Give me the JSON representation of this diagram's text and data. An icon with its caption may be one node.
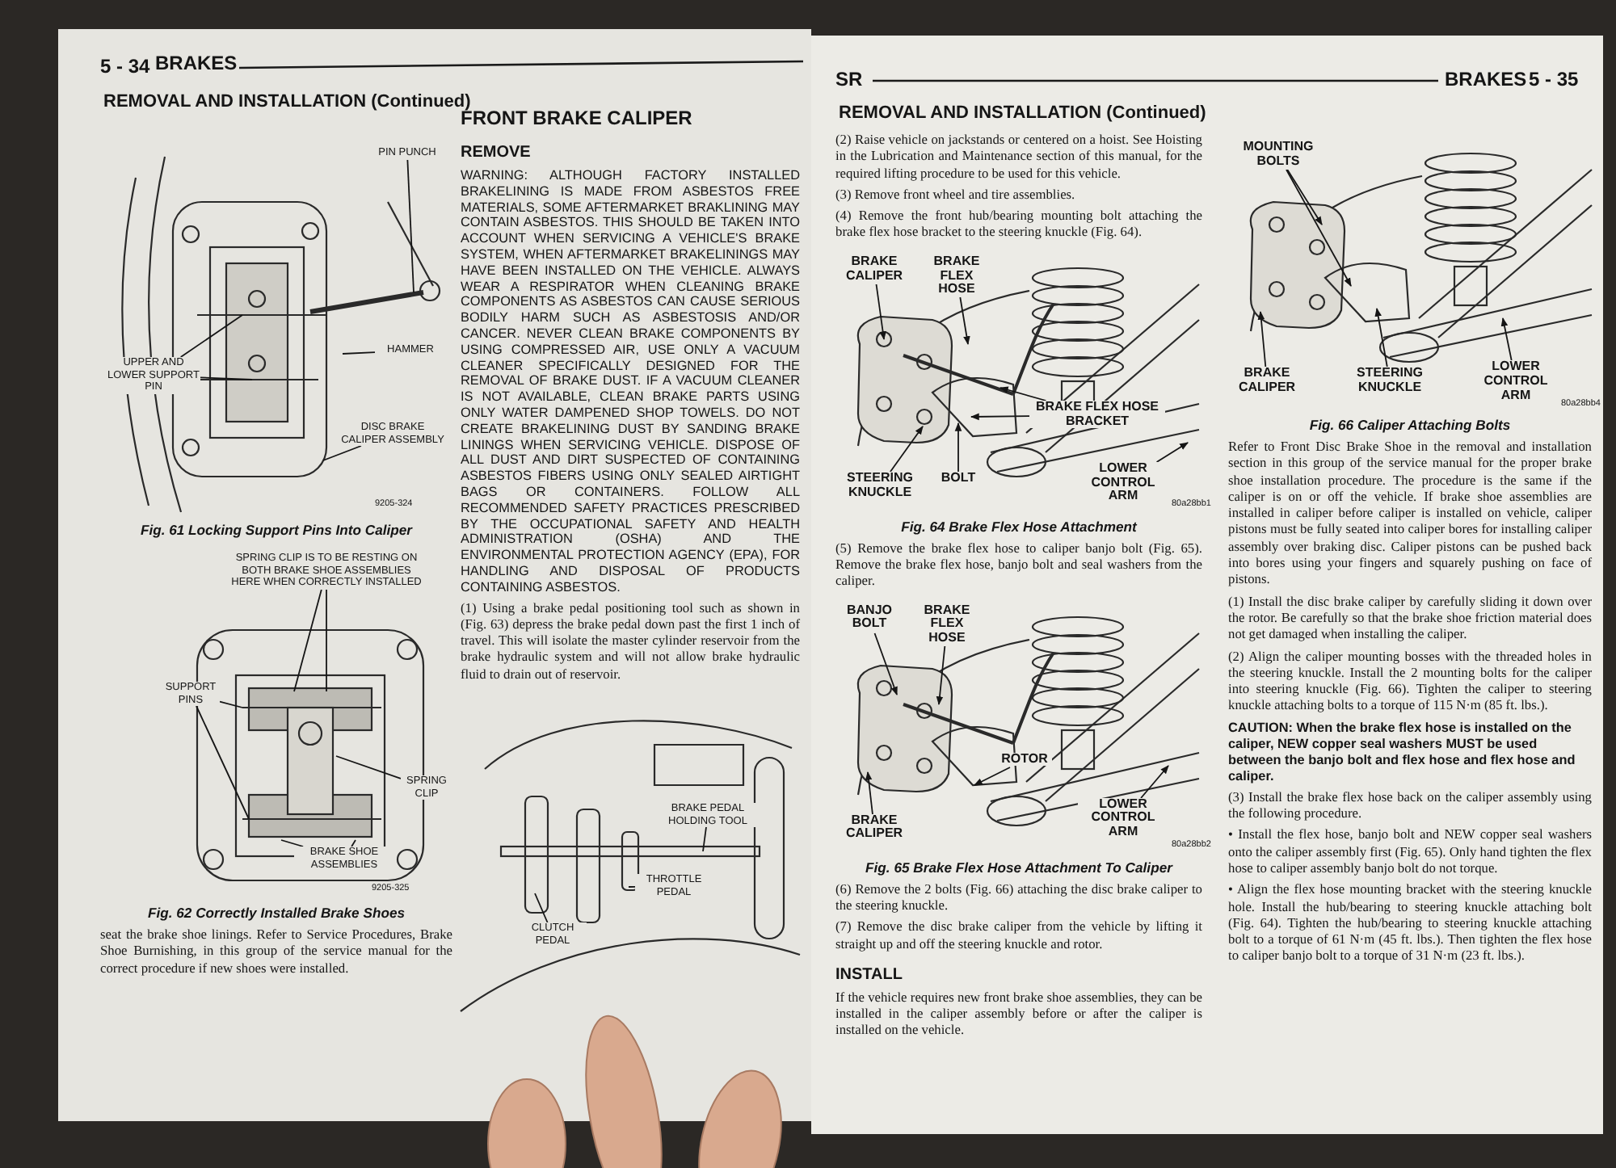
{
  "diagram": {
    "nodes": [
      {
        "text": [
          "PIN PUNCH"
        ]
      },
      {
        "text": [
          "UPPER AND LOWER SUPPORT PIN"
        ]
      },
      {
        "text": [
          "HAMMER"
        ]
      },
      {
        "text": [
          "DISC BRAKE CALIPER ASSEMBLY"
        ]
      },
      {
        "text": [
          "SPRING CLIP IS TO BE RESTING ON BOTH BRAKE SHOE ASSEMBLIES HERE WHEN CORRECTLY INSTALLED"
        ]
      },
      {
        "text": [
          "SUPPORT PINS"
        ]
      },
      {
        "text": [
          "SPRING CLIP"
        ]
      },
      {
        "text": [
          "BRAKE SHOE ASSEMBLIES"
        ]
      },
      {
        "text": [
          "BRAKE PEDAL HOLDING TOOL"
        ]
      },
      {
        "text": [
          "THROTTLE PEDAL"
        ]
      },
      {
        "text": [
          "CLUTCH PEDAL"
        ]
      },
      {
        "text": [
          "BRAKE CALIPER"
        ]
      },
      {
        "text": [
          "BRAKE FLEX HOSE"
        ]
      },
      {
        "text": [
          "BRAKE FLEX HOSE BRACKET"
        ]
      },
      {
        "text": [
          "STEERING KNUCKLE"
        ]
      },
      {
        "text": [
          "BOLT"
        ]
      },
      {
        "text": [
          "LOWER CONTROL ARM"
        ]
      },
      {
        "text": [
          "BANJO BOLT"
        ]
      },
      {
        "text": [
          "BRAKE FLEX HOSE"
        ]
      },
      {
        "text": [
          "ROTOR"
        ]
      },
      {
        "text": [
          "BRAKE CALIPER"
        ]
      },
      {
        "text": [
          "LOWER CONTROL ARM"
        ]
      },
      {
        "text": [
          "MOUNTING BOLTS"
        ]
      },
      {
        "text": [
          "BRAKE CALIPER"
        ]
      },
      {
        "text": [
          "STEERING KNUCKLE"
        ]
      },
      {
        "text": [
          "LOWER CONTROL ARM"
        ]
      }
    ],
    "edges": [
      {
        "from": 0,
        "to": null,
        "arrow": "none"
      },
      {
        "from": 1,
        "to": null,
        "arrow": "none"
      },
      {
        "from": 1,
        "to": null,
        "arrow": "none"
      },
      {
        "from": 2,
        "to": null,
        "arrow": "none"
      },
      {
        "from": 3,
        "to": null,
        "arrow": "none"
      },
      {
        "from": 4,
        "to": null,
        "arrow": "none"
      },
      {
        "from": 4,
        "to": null,
        "arrow": "none"
      },
      {
        "from": 5,
        "to": null,
        "arrow": "none"
      },
      {
        "from": 5,
        "to": null,
        "arrow": "none"
      },
      {
        "from": 6,
        "to": null,
        "arrow": "none"
      },
      {
        "from": 7,
        "to": null,
        "arrow": "none"
      },
      {
        "from": 7,
        "to": null,
        "arrow": "none"
      },
      {
        "from": 8,
        "to": null,
        "arrow": "none"
      },
      {
        "from": 9,
        "to": null,
        "arrow": "none"
      },
      {
        "from": 10,
        "to": null,
        "arrow": "none"
      },
      {
        "from": 11,
        "to": null,
        "arrow": "to"
      },
      {
        "from": 12,
        "to": null,
        "arrow": "to"
      },
      {
        "from": 13,
        "to": null,
        "arrow": "to"
      },
      {
        "from": 13,
        "to": null,
        "arrow": "to"
      },
      {
        "from": 14,
        "to": null,
        "arrow": "to"
      },
      {
        "from": 15,
        "to": null,
        "arrow": "to"
      },
      {
        "from": 16,
        "to": null,
        "arrow": "to"
      },
      {
        "from": 17,
        "to": null,
        "arrow": "to"
      },
      {
        "from": 18,
        "to": null,
        "arrow": "to"
      },
      {
        "from": 19,
        "to": null,
        "arrow": "to"
      },
      {
        "from": 20,
        "to": null,
        "arrow": "to"
      },
      {
        "from": 21,
        "to": null,
        "arrow": "to"
      },
      {
        "from": 22,
        "to": null,
        "arrow": "to"
      },
      {
        "from": 22,
        "to": null,
        "arrow": "to"
      },
      {
        "from": 23,
        "to": null,
        "arrow": "to"
      },
      {
        "from": 24,
        "to": null,
        "arrow": "to"
      },
      {
        "from": 25,
        "to": null,
        "arrow": "to"
      }
    ],
    "labels": [
      "5 - 34",
      "BRAKES",
      "REMOVAL AND INSTALLATION (Continued)",
      "9205-324",
      "Fig. 61 Locking Support Pins Into Caliper",
      "9205-325",
      "Fig. 62 Correctly Installed Brake Shoes",
      "seat the brake shoe linings. Refer to Service Procedures, Brake Shoe Burnishing, in this group of the service manual for the correct procedure if new shoes were installed.",
      "FRONT BRAKE CALIPER",
      "REMOVE",
      "WARNING: ALTHOUGH FACTORY INSTALLED BRAKELINING IS MADE FROM ASBESTOS FREE MATERIALS, SOME AFTERMARKET BRAKLINING MAY CONTAIN ASBESTOS. THIS SHOULD BE TAKEN INTO ACCOUNT WHEN SERVICING A VEHICLE'S BRAKE SYSTEM, WHEN AFTERMARKET BRAKELININGS MAY HAVE BEEN INSTALLED ON THE VEHICLE. ALWAYS WEAR A RESPIRATOR WHEN CLEANING BRAKE COMPONENTS AS ASBESTOS CAN CAUSE SERIOUS BODILY HARM SUCH AS ASBESTOSIS AND/OR CANCER. NEVER CLEAN BRAKE COMPONENTS BY USING COMPRESSED AIR, USE ONLY A VACUUM CLEANER SPECIFICALLY DESIGNED FOR THE REMOVAL OF BRAKE DUST. IF A VACUUM CLEANER IS NOT AVAILABLE, CLEAN BRAKE PARTS USING ONLY WATER DAMPENED SHOP TOWELS. DO NOT CREATE BRAKELINING DUST BY SANDING BRAKE LININGS WHEN SERVICING VEHICLE. DISPOSE OF ALL DUST AND DIRT SUSPECTED OF CONTAINING ASBESTOS FIBERS USING ONLY SEALED AIRTIGHT BAGS OR CONTAINERS. FOLLOW ALL RECOMMENDED SAFETY PRACTICES PRESCRIBED BY THE OCCUPATIONAL SAFETY AND HEALTH ADMINISTRATION (OSHA) AND THE ENVIRONMENTAL PROTECTION AGENCY (EPA), FOR HANDLING AND DISPOSAL OF PRODUCTS CONTAINING ASBESTOS.",
      "(1) Using a brake pedal positioning tool such as shown in (Fig. 63) depress the brake pedal down past the first 1 inch of travel. This will isolate the master cylinder reservoir from the brake hydraulic system and will not allow brake hydraulic fluid to drain out of reservoir.",
      "SR",
      "REMOVAL AND INSTALLATION (Continued)",
      "(2) Raise vehicle on jackstands or centered on a hoist. See Hoisting in the Lubrication and Maintenance section of this manual, for the required lifting procedure to be used for this vehicle.",
      "(3) Remove front wheel and tire assemblies.",
      "(4) Remove the front hub/bearing mounting bolt attaching the brake flex hose bracket to the steering knuckle (Fig. 64).",
      "80a28bb1",
      "Fig. 64 Brake Flex Hose Attachment",
      "(5) Remove the brake flex hose to caliper banjo bolt (Fig. 65). Remove the brake flex hose, banjo bolt and seal washers from the caliper.",
      "80a28bb2",
      "Fig. 65 Brake Flex Hose Attachment To Caliper",
      "(6) Remove the 2 bolts (Fig. 66) attaching the disc brake caliper to the steering knuckle.",
      "(7) Remove the disc brake caliper from the vehicle by lifting it straight up and off the steering knuckle and rotor.",
      "INSTALL",
      "If the vehicle requires new front brake shoe assemblies, they can be installed in the caliper assembly before or after the caliper is installed on the vehicle.",
      "BRAKES",
      "5 - 35",
      "80a28bb4",
      "Fig. 66 Caliper Attaching Bolts",
      "Refer to Front Disc Brake Shoe in the removal and installation section in this group of the service manual for the proper brake shoe installation procedure. The procedure is the same if the caliper is on or off the vehicle. If brake shoe assemblies are installed in caliper before caliper is installed on vehicle, caliper pistons must be fully seated into caliper bores for installing caliper assembly over braking disc. Caliper pistons can be pushed back into bores using your fingers and squarely pushing on face of pistons.",
      "(1) Install the disc brake caliper by carefully sliding it down over the rotor. Be carefully so that the brake shoe friction material does not get damaged when installing the caliper.",
      "(2) Align the caliper mounting bosses with the threaded holes in the steering knuckle. Install the 2 mounting bolts for the caliper into steering knuckle (Fig. 66). Tighten the caliper to steering knuckle attaching bolts to a torque of 115 N·m (85 ft. lbs.).",
      "CAUTION: When the brake flex hose is installed on the caliper, NEW copper seal washers MUST be used between the banjo bolt and flex hose and flex hose and caliper.",
      "(3) Install the brake flex hose back on the caliper assembly using the following procedure.",
      "• Install the flex hose, banjo bolt and NEW copper seal washers onto the caliper assembly first (Fig. 65). Only hand tighten the flex hose to caliper assembly banjo bolt do not torque.",
      "• Align the flex hose mounting bracket with the steering knuckle hole. Install the hub/bearing to steering knuckle attaching bolt (Fig. 64). Tighten the hub/bearing to steering knuckle attaching bolt to a torque of 61 N·m (45 ft. lbs.). Then tighten the flex hose to caliper banjo bolt to a torque of 31 N·m (23 ft. lbs.)."
    ]
  }
}
